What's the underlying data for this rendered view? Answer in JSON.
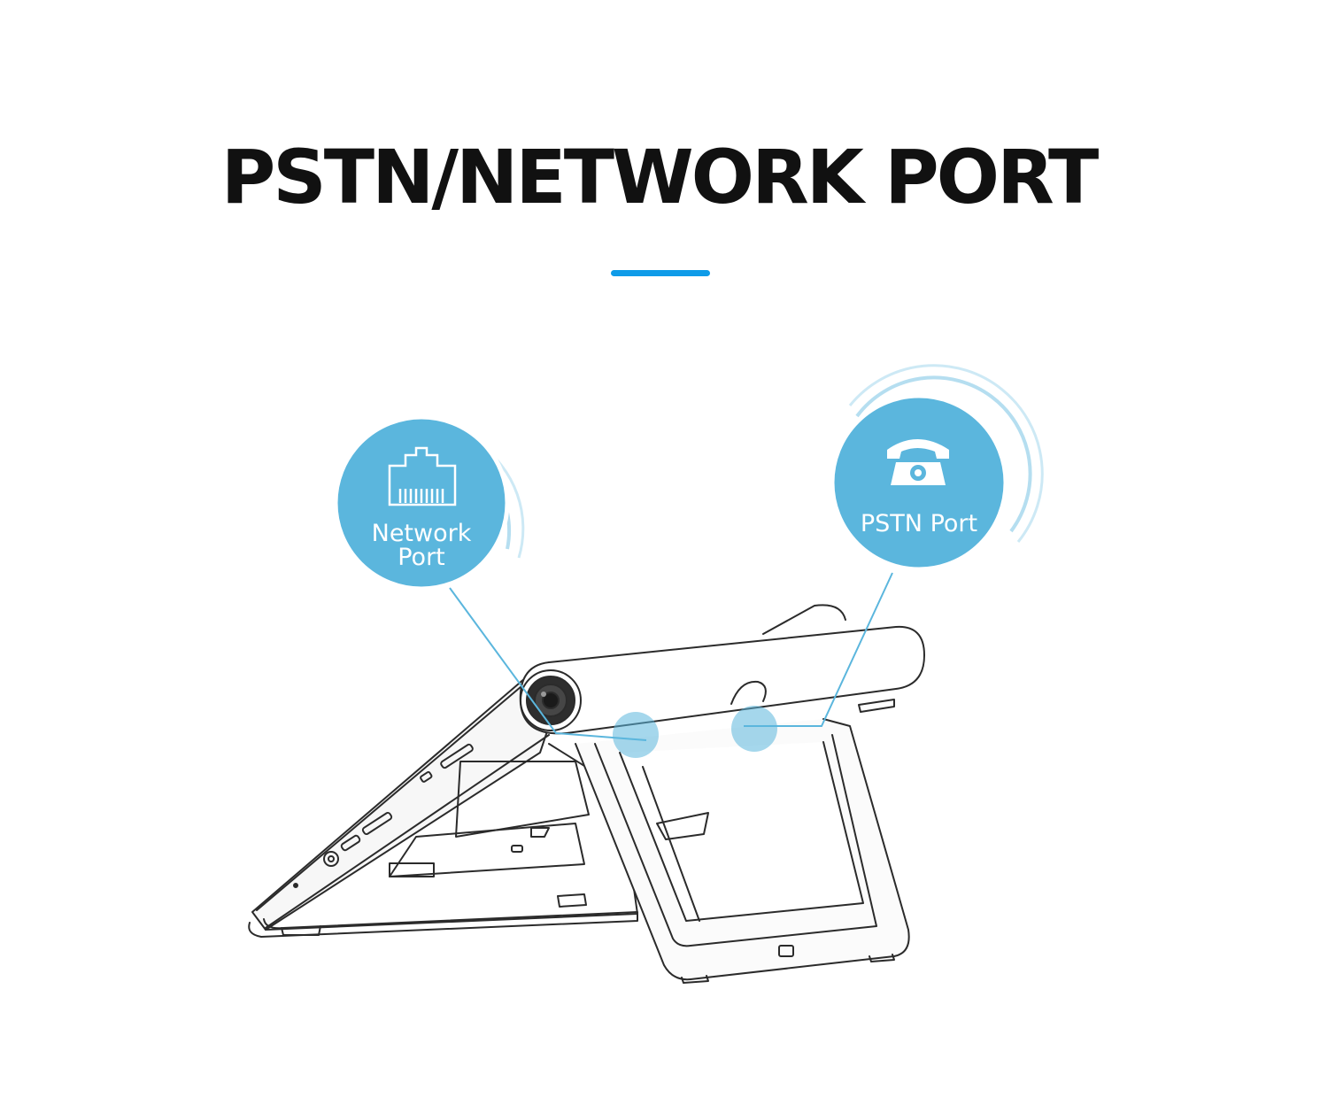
{
  "title": "PSTN/NETWORK PORT",
  "accent_color": "#0e9be8",
  "callout_color": "#5bb6dd",
  "callouts": {
    "network": {
      "label_line1": "Network",
      "label_line2": "Port",
      "icon": "ethernet-port-icon"
    },
    "pstn": {
      "label": "PSTN Port",
      "icon": "telephone-icon"
    }
  }
}
